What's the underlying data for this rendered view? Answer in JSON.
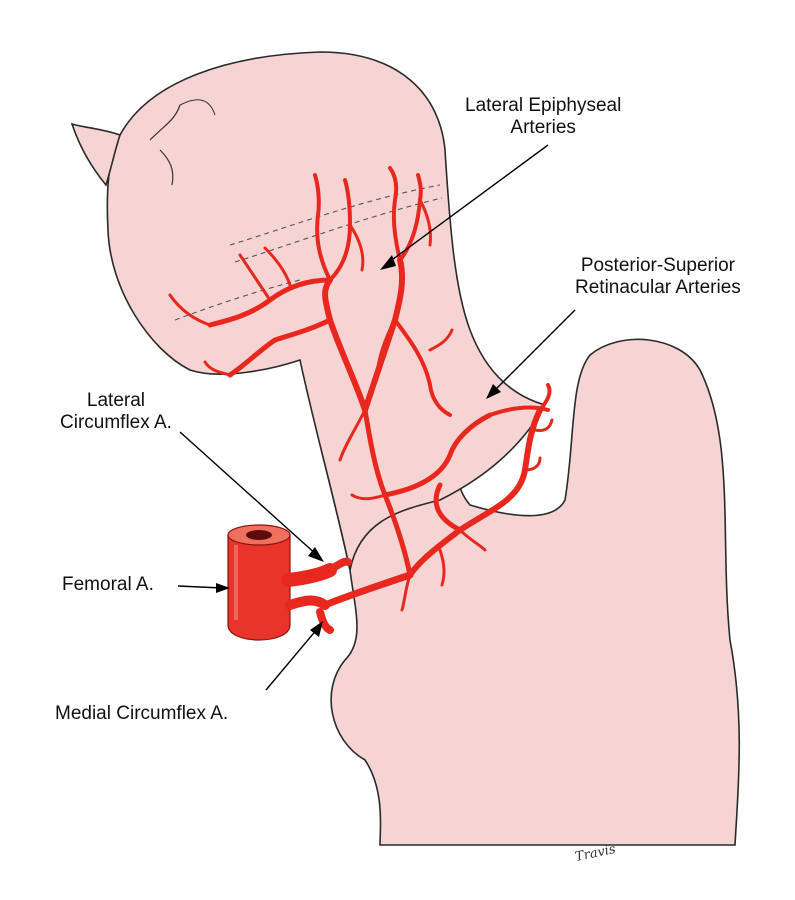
{
  "labels": {
    "lateral_epiphyseal": [
      "Lateral Epiphyseal",
      "Arteries"
    ],
    "posterior_superior": [
      "Posterior-Superior",
      "Retinacular Arteries"
    ],
    "lateral_circumflex": [
      "Lateral",
      "Circumflex A."
    ],
    "femoral": "Femoral A.",
    "medial_circumflex": "Medial Circumflex A."
  },
  "signature": "Travis",
  "colors": {
    "bone_fill": "#f7d4d4",
    "artery": "#e8281e",
    "outline": "#2a2a2a"
  }
}
